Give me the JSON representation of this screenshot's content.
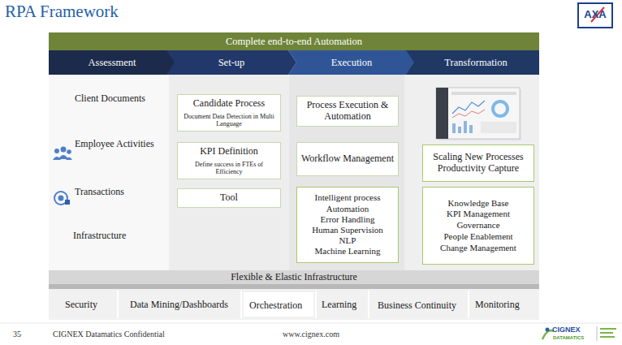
{
  "diagram": {
    "title": "RPA Framework",
    "nodes": [
      {
        "text": [
          "Complete end-to-end Automation"
        ]
      },
      {
        "text": [
          "Assessment"
        ]
      },
      {
        "text": [
          "Set-up"
        ]
      },
      {
        "text": [
          "Execution"
        ]
      },
      {
        "text": [
          "Transformation"
        ]
      },
      {
        "text": [
          "Candidate Process",
          "Document Data Detection in Multi Language"
        ]
      },
      {
        "text": [
          "KPI Definition",
          "Define success in FTEs of Efficiency"
        ]
      },
      {
        "text": [
          "Tool"
        ]
      },
      {
        "text": [
          "Process Execution & Automation"
        ]
      },
      {
        "text": [
          "Workflow Management"
        ]
      },
      {
        "text": [
          "Intelligent process Automation",
          "Error Handling",
          "Human Supervision",
          "NLP",
          "Machine Learning"
        ]
      },
      {
        "text": [
          "Scaling New Processes",
          "Productivity Capture"
        ]
      },
      {
        "text": [
          "Knowledge Base",
          "KPI Management",
          "Governance",
          "People Enablement",
          "Change Management"
        ]
      },
      {
        "text": [
          "Flexible & Elastic Infrastructure"
        ]
      }
    ],
    "labels": [
      "AXA",
      "Client Documents",
      "Employee Activities",
      "Transactions",
      "Infrastructure",
      "Security",
      "Data Mining/Dashboards",
      "Orchestration",
      "Learning",
      "Business Continuity",
      "Monitoring",
      "35",
      "CIGNEX Datamatics Confidential",
      "www.cignex.com",
      "CIGNEX",
      "DATAMATICS"
    ]
  }
}
